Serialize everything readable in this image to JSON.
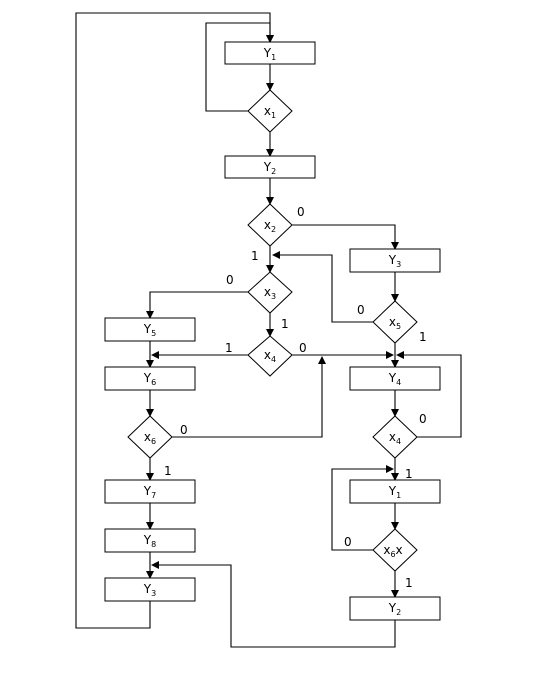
{
  "nodes": {
    "Y1a": {
      "base": "Y",
      "sub": "1",
      "suffix": ""
    },
    "x1": {
      "base": "x",
      "sub": "1",
      "suffix": ""
    },
    "Y2a": {
      "base": "Y",
      "sub": "2",
      "suffix": ""
    },
    "x2": {
      "base": "x",
      "sub": "2",
      "suffix": ""
    },
    "Y3a": {
      "base": "Y",
      "sub": "3",
      "suffix": ""
    },
    "x3": {
      "base": "x",
      "sub": "3",
      "suffix": ""
    },
    "x5": {
      "base": "x",
      "sub": "5",
      "suffix": ""
    },
    "Y5": {
      "base": "Y",
      "sub": "5",
      "suffix": ""
    },
    "x4a": {
      "base": "x",
      "sub": "4",
      "suffix": ""
    },
    "Y6": {
      "base": "Y",
      "sub": "6",
      "suffix": ""
    },
    "Y4": {
      "base": "Y",
      "sub": "4",
      "suffix": ""
    },
    "x6a": {
      "base": "x",
      "sub": "6",
      "suffix": ""
    },
    "x4b": {
      "base": "x",
      "sub": "4",
      "suffix": ""
    },
    "Y7": {
      "base": "Y",
      "sub": "7",
      "suffix": ""
    },
    "Y1b": {
      "base": "Y",
      "sub": "1",
      "suffix": ""
    },
    "Y8": {
      "base": "Y",
      "sub": "8",
      "suffix": ""
    },
    "x6b": {
      "base": "x",
      "sub": "6",
      "suffix": "x"
    },
    "Y3b": {
      "base": "Y",
      "sub": "3",
      "suffix": ""
    },
    "Y2b": {
      "base": "Y",
      "sub": "2",
      "suffix": ""
    }
  },
  "edge_labels": {
    "x2_0": "0",
    "x2_1": "1",
    "x3_0": "0",
    "x3_1": "1",
    "x5_0": "0",
    "x5_1": "1",
    "x4a_1": "1",
    "x4a_0": "0",
    "x6a_0": "0",
    "x6a_1": "1",
    "x4b_0": "0",
    "x4b_1": "1",
    "x6b_0": "0",
    "x6b_1": "1"
  }
}
